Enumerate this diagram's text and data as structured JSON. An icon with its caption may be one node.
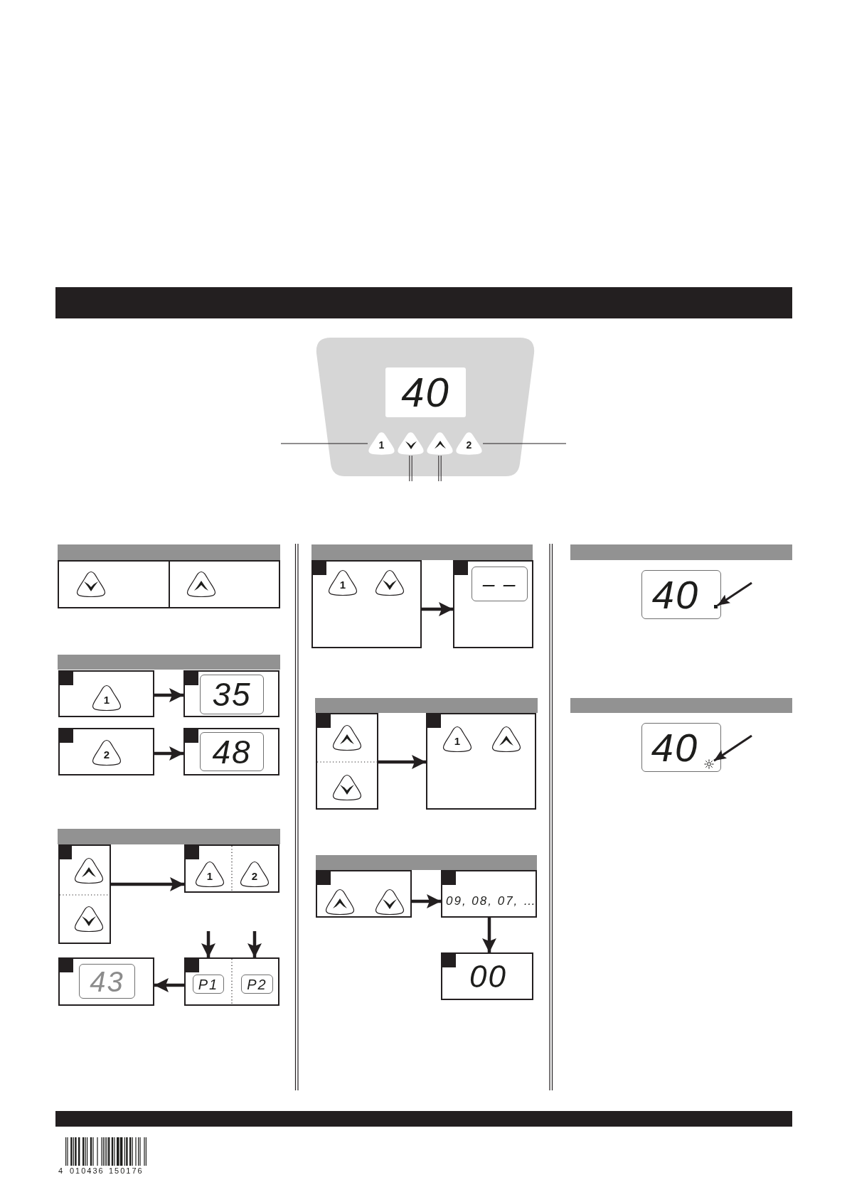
{
  "diagram": {
    "nodes": [
      {
        "text": [],
        "shape": "bar"
      },
      {
        "text": [],
        "shape": "box"
      },
      {
        "text": [
          "40"
        ],
        "in": 1
      },
      {
        "text": [
          "1"
        ],
        "in": 1
      },
      {
        "text": [],
        "shape": "triangle",
        "in": 1
      },
      {
        "text": [],
        "shape": "triangle",
        "in": 1
      },
      {
        "text": [
          "2"
        ],
        "in": 1
      },
      {
        "text": [],
        "shape": "box"
      },
      {
        "text": [],
        "shape": "triangle",
        "in": 7
      },
      {
        "text": [],
        "shape": "box"
      },
      {
        "text": [],
        "shape": "triangle",
        "in": 9
      },
      {
        "text": [],
        "shape": "box"
      },
      {
        "text": [
          "1"
        ],
        "in": 11
      },
      {
        "text": [],
        "shape": "box"
      },
      {
        "text": [
          "35"
        ],
        "in": 13
      },
      {
        "text": [],
        "shape": "box"
      },
      {
        "text": [
          "2"
        ],
        "in": 15
      },
      {
        "text": [],
        "shape": "box"
      },
      {
        "text": [
          "48"
        ],
        "in": 17
      },
      {
        "text": [],
        "shape": "box"
      },
      {
        "text": [],
        "shape": "triangle",
        "in": 19
      },
      {
        "text": [],
        "shape": "triangle",
        "in": 19
      },
      {
        "text": [],
        "shape": "box"
      },
      {
        "text": [
          "1"
        ],
        "in": 22
      },
      {
        "text": [
          "2"
        ],
        "in": 22
      },
      {
        "text": [],
        "shape": "box"
      },
      {
        "text": [
          "43"
        ],
        "in": 25
      },
      {
        "text": [],
        "shape": "box"
      },
      {
        "text": [
          "P1"
        ],
        "in": 27
      },
      {
        "text": [
          "P2"
        ],
        "in": 27
      },
      {
        "text": [],
        "shape": "box"
      },
      {
        "text": [
          "1"
        ],
        "in": 30
      },
      {
        "text": [],
        "shape": "triangle",
        "in": 30
      },
      {
        "text": [],
        "shape": "box"
      },
      {
        "text": [
          "– –"
        ],
        "in": 33
      },
      {
        "text": [],
        "shape": "box"
      },
      {
        "text": [],
        "shape": "triangle",
        "in": 35
      },
      {
        "text": [],
        "shape": "triangle",
        "in": 35
      },
      {
        "text": [],
        "shape": "box"
      },
      {
        "text": [
          "1"
        ],
        "in": 38
      },
      {
        "text": [],
        "shape": "triangle",
        "in": 38
      },
      {
        "text": [],
        "shape": "box"
      },
      {
        "text": [],
        "shape": "triangle",
        "in": 41
      },
      {
        "text": [],
        "shape": "triangle",
        "in": 41
      },
      {
        "text": [
          "09, 08, 07, …"
        ]
      },
      {
        "text": [
          "00"
        ]
      },
      {
        "text": [
          "40"
        ]
      },
      {
        "text": [],
        "shape": "dot",
        "in": 46
      },
      {
        "text": [
          "40"
        ]
      },
      {
        "text": [],
        "shape": "sun",
        "in": 48
      },
      {
        "text": [],
        "shape": "bar"
      }
    ],
    "edges": [
      {
        "from": null,
        "to": 3,
        "arrow": "none"
      },
      {
        "from": null,
        "to": 4,
        "arrow": "none"
      },
      {
        "from": null,
        "to": 5,
        "arrow": "none"
      },
      {
        "from": null,
        "to": 6,
        "arrow": "none"
      },
      {
        "from": 11,
        "to": 13,
        "arrow": "to"
      },
      {
        "from": 15,
        "to": 17,
        "arrow": "to"
      },
      {
        "from": 19,
        "to": 22,
        "arrow": "to"
      },
      {
        "from": null,
        "to": 27,
        "arrow": "to"
      },
      {
        "from": null,
        "to": 27,
        "arrow": "to"
      },
      {
        "from": 27,
        "to": 25,
        "arrow": "to"
      },
      {
        "from": 30,
        "to": 33,
        "arrow": "to"
      },
      {
        "from": 35,
        "to": 38,
        "arrow": "to"
      },
      {
        "from": 41,
        "to": 44,
        "arrow": "to"
      },
      {
        "from": 44,
        "to": 45,
        "arrow": "to"
      },
      {
        "from": null,
        "to": 47,
        "arrow": "to"
      },
      {
        "from": null,
        "to": 49,
        "arrow": "to"
      }
    ],
    "labels": [
      "4",
      "010436",
      "150176"
    ]
  }
}
